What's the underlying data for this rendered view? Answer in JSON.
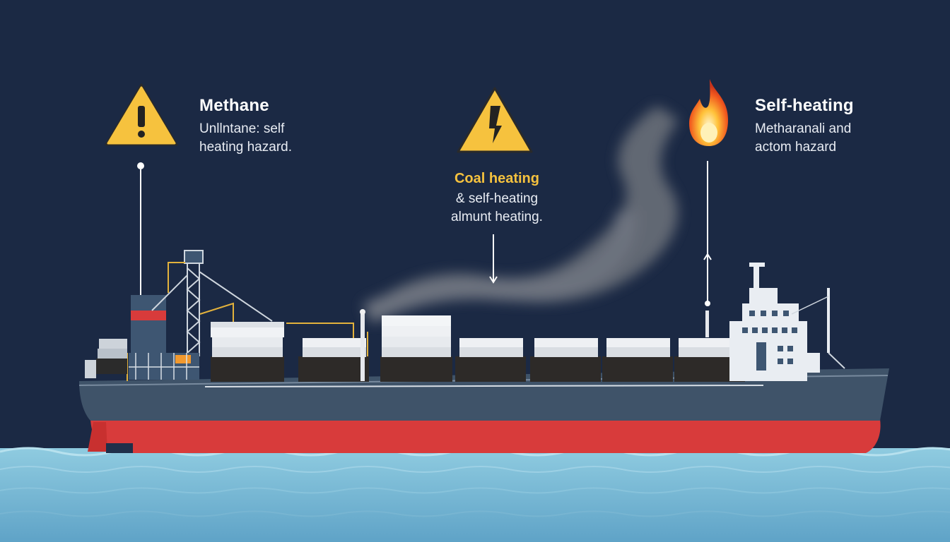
{
  "colors": {
    "background": "#1b2944",
    "warning_yellow": "#f6c23e",
    "hull_red": "#d83b3b",
    "hull_blue": "#3f5369",
    "sea": "#8cc6dc",
    "smoke": "#6b7078"
  },
  "callouts": [
    {
      "icon": "warning-triangle-icon",
      "title": "Methane",
      "lines": [
        "Unllntane: self",
        "heating hazard."
      ]
    },
    {
      "icon": "warning-triangle-icon",
      "title": "Coal heating",
      "lines": [
        "& self-heating",
        "almunt heating."
      ]
    },
    {
      "icon": "flame-icon",
      "title": "Self-heating",
      "lines": [
        "Metharanali and",
        "actom hazard"
      ]
    }
  ]
}
